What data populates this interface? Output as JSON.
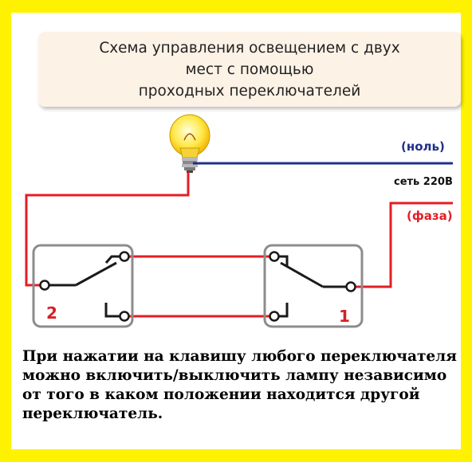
{
  "title": {
    "lines": [
      "Схема управления освещением с двух",
      "мест с помощью",
      "проходных переключателей"
    ]
  },
  "labels": {
    "neutral": "(ноль)",
    "network": "сеть 220В",
    "phase": "(фаза)",
    "switch_left": "2",
    "switch_right": "1"
  },
  "colors": {
    "frame": "#fff200",
    "neutral_wire": "#1f2f8c",
    "phase_wire": "#e31e24",
    "switch_wire": "#1a1a1a"
  },
  "caption": {
    "lines": [
      "При нажатии на клавишу любого переключателя",
      "можно включить/выключить лампу независимо",
      "от того в каком положении находится другой",
      "переключатель."
    ]
  }
}
